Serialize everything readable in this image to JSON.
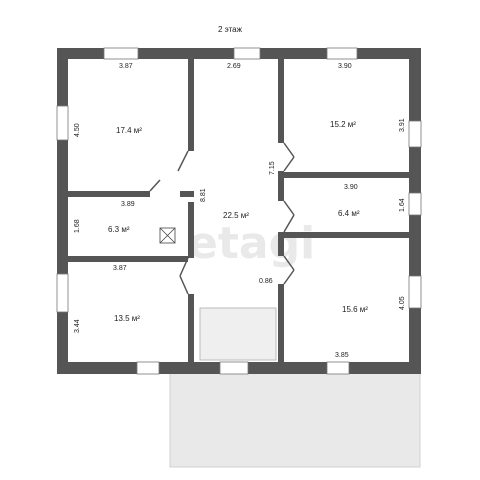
{
  "title": "2 этаж",
  "watermark": "etagi",
  "rooms": [
    {
      "id": "room-top-left",
      "area": "17.4 м²",
      "top_dim": "3.87",
      "side_dim": "4.50"
    },
    {
      "id": "room-hall",
      "area": "22.5 м²",
      "top_dim": "2.69",
      "side_dim": "8.81",
      "right_dim": "7.15",
      "bottom_dim": "0.86"
    },
    {
      "id": "room-top-right",
      "area": "15.2 м²",
      "top_dim": "3.90",
      "side_dim": "3.91"
    },
    {
      "id": "room-small-left",
      "area": "6.3 м²",
      "top_dim": "3.89",
      "side_dim": "1.68"
    },
    {
      "id": "room-small-right",
      "area": "6.4 м²",
      "top_dim": "3.90",
      "side_dim": "1.64"
    },
    {
      "id": "room-bottom-left",
      "area": "13.5 м²",
      "top_dim": "3.87",
      "side_dim": "3.44"
    },
    {
      "id": "room-bottom-right",
      "area": "15.6 м²",
      "bottom_dim": "3.85",
      "side_dim": "4.05"
    }
  ],
  "colors": {
    "wall": "#555555",
    "terrace": "#e8e8e8",
    "window": "#ffffff"
  }
}
